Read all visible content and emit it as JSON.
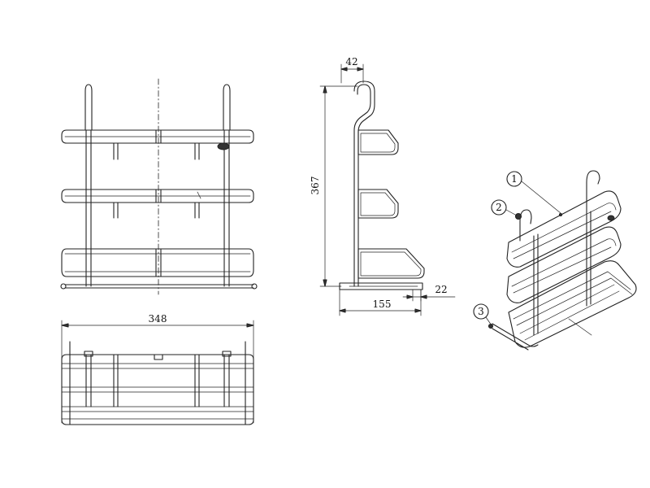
{
  "dimensions": {
    "depth_top": "42",
    "height": "367",
    "depth_base": "155",
    "foot": "22",
    "width": "348"
  },
  "callouts": [
    "1",
    "2",
    "3"
  ]
}
